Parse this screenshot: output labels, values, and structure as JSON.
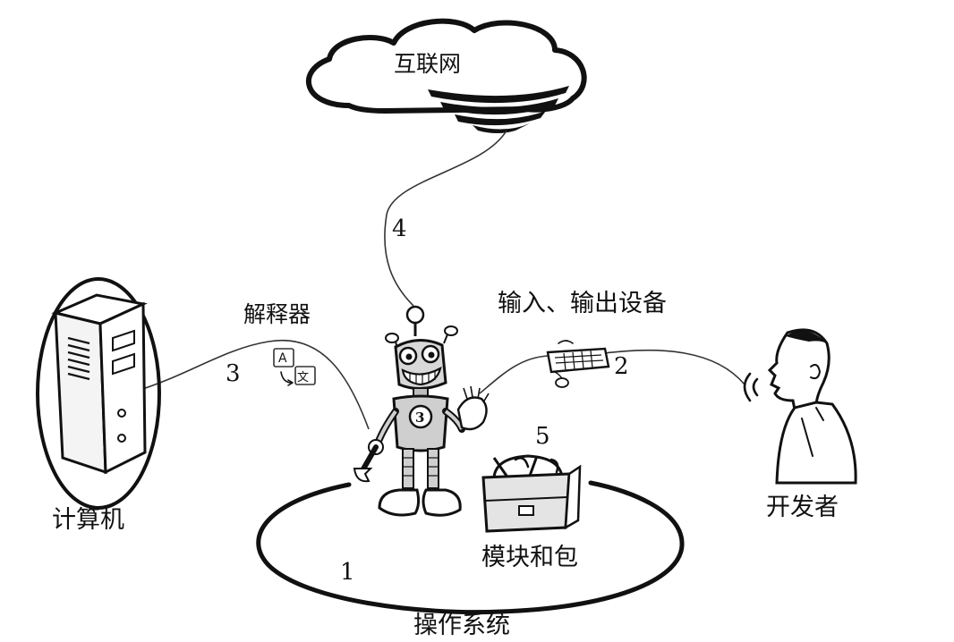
{
  "labels": {
    "internet": "互联网",
    "interpreter": "解释器",
    "io_devices": "输入、输出设备",
    "computer": "计算机",
    "developer": "开发者",
    "modules": "模块和包",
    "os": "操作系统"
  },
  "numbers": {
    "os": "1",
    "io": "2",
    "interpreter": "3",
    "internet": "4",
    "modules": "5"
  },
  "icons": {
    "translate_a": "A",
    "translate_wen": "文"
  }
}
